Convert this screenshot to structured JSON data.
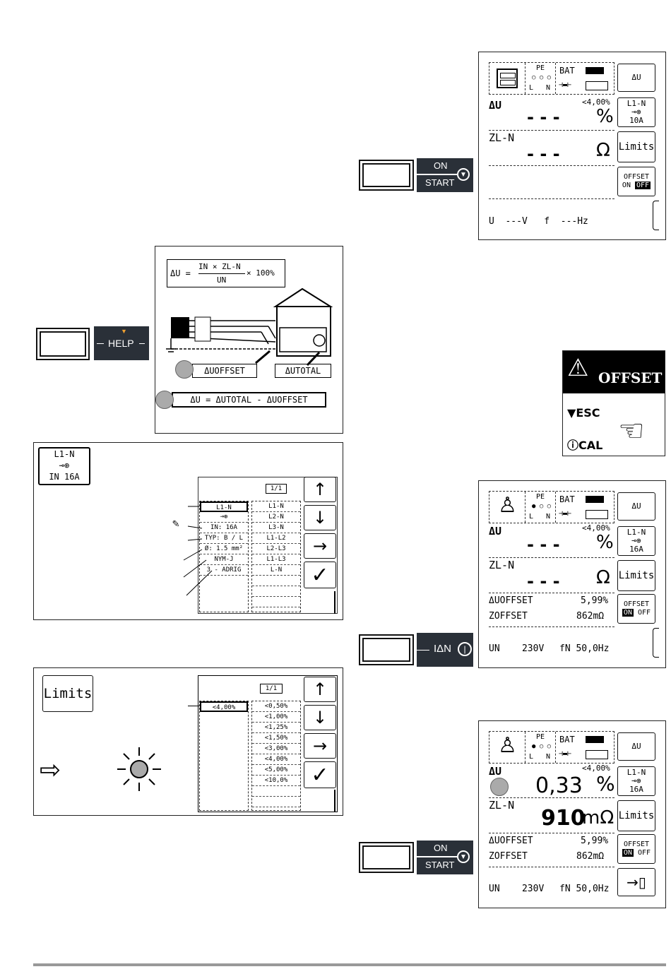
{
  "keys": {
    "on_start": {
      "line1": "ON",
      "line2": "START"
    },
    "help": {
      "label": "HELP"
    },
    "idn": {
      "label": "IΔN"
    }
  },
  "screen1": {
    "pe": "PE",
    "l": "L",
    "n": "N",
    "bat": "BAT",
    "du_label": "ΔU",
    "du_limit": "<4,00%",
    "du_value": "- - -",
    "du_unit": "%",
    "zln_label": "ZL-N",
    "zln_value": "- - -",
    "zln_unit": "Ω",
    "bottom": "U  ---V   f  ---Hz",
    "soft": {
      "du": "ΔU",
      "l1n": "L1-N",
      "amp": "10A",
      "limits": "Limits",
      "offset": "OFFSET",
      "on": "ON",
      "off": "OFF"
    }
  },
  "help_screen": {
    "formula_lhs": "ΔU =",
    "formula_num": "IN × ZL-N",
    "formula_den": "UN",
    "formula_rhs": "× 100%",
    "offset_box": "ΔUOFFSET",
    "total_box": "ΔUTOTAL",
    "diff_box": "ΔU = ΔUTOTAL - ΔUOFFSET"
  },
  "cable_screen": {
    "icon_l1n": "L1-N",
    "icon_in": "IN 16A",
    "page": "1/1",
    "left_items": [
      "L1-N",
      "",
      "IN:  16A",
      "TYP: B / L",
      "Ø: 1.5 mm²",
      "NYM-J",
      "3 - ADRIG"
    ],
    "right_items": [
      "L1-N",
      "L2-N",
      "L3-N",
      "L1-L2",
      "L2-L3",
      "L1-L3",
      "L-N",
      "",
      "",
      ""
    ]
  },
  "limits_screen": {
    "limits": "Limits",
    "page": "1/1",
    "selected": "<4,00%",
    "right_items": [
      "<0,50%",
      "<1,00%",
      "<1,25%",
      "<1,50%",
      "<3,00%",
      "<4,00%",
      "<5,00%",
      "<10,0%",
      "",
      ""
    ]
  },
  "offset_warning": {
    "title": "OFFSET",
    "esc": "ESC",
    "cal": "CAL"
  },
  "screen2": {
    "pe": "PE",
    "l": "L",
    "n": "N",
    "bat": "BAT",
    "du_label": "ΔU",
    "du_limit": "<4,00%",
    "du_value": "- - -",
    "du_unit": "%",
    "zln_label": "ZL-N",
    "zln_value": "- - -",
    "zln_unit": "Ω",
    "offset_du_label": "ΔUOFFSET",
    "offset_du_value": "5,99%",
    "offset_z_label": "ZOFFSET",
    "offset_z_value": "862mΩ",
    "bottom_un": "UN    230V",
    "bottom_fn": "fN 50,0Hz",
    "soft": {
      "du": "ΔU",
      "l1n": "L1-N",
      "amp": "16A",
      "limits": "Limits",
      "offset": "OFFSET",
      "on": "ON",
      "off": "OFF"
    }
  },
  "screen3": {
    "pe": "PE",
    "l": "L",
    "n": "N",
    "bat": "BAT",
    "du_label": "ΔU",
    "du_limit": "<4,00%",
    "du_value": "0,33",
    "du_unit": "%",
    "zln_label": "ZL-N",
    "zln_value": "910",
    "zln_unit": "mΩ",
    "offset_du_label": "ΔUOFFSET",
    "offset_du_value": "5,99%",
    "offset_z_label": "ZOFFSET",
    "offset_z_value": "862mΩ",
    "bottom_un": "UN    230V",
    "bottom_fn": "fN 50,0Hz",
    "soft": {
      "du": "ΔU",
      "l1n": "L1-N",
      "amp": "16A",
      "limits": "Limits",
      "offset": "OFFSET",
      "on": "ON",
      "off": "OFF"
    }
  }
}
